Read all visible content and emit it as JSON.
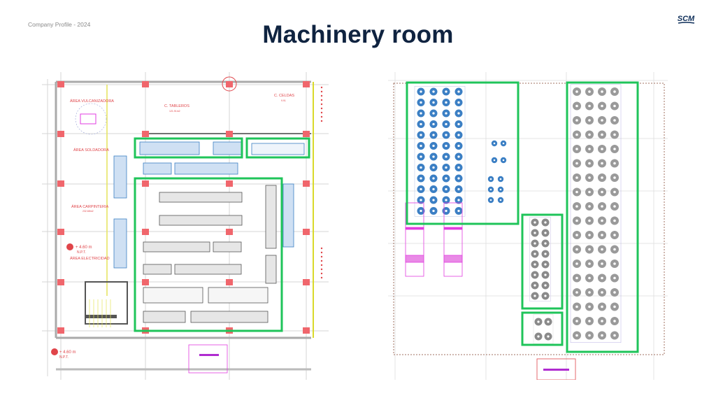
{
  "header": {
    "note": "Company Profile - 2024",
    "title": "Machinery room",
    "logo_text": "SCM"
  },
  "colors": {
    "title": "#0f2340",
    "highlight": "#1fc45a",
    "column": "#f0666c",
    "label_red": "#e0454a",
    "machine_blue": "#3b7fc4",
    "fan_grey": "#9a9a9a",
    "magenta": "#e23ce0",
    "yellow_wall": "#d9d92a"
  },
  "left_plan": {
    "labels": {
      "vulcanizadora": "ÁREA VULCANIZADORA",
      "tableros": "C. TABLEROS",
      "tableros_area": "121.91m2",
      "celdas": "C. CELDAS",
      "celdas_area": "9.91",
      "soldadora": "ÁREA SOLDADORA",
      "carpinteria": "ÁREA CARPINTERIA",
      "carpinteria_area": "232.68m2",
      "electricidad": "ÁREA ELECTRICIDAD",
      "level_1": "+ 4.60 m",
      "level_1_sub": "N.P.T.",
      "level_2": "+ 4.60 m",
      "level_2_sub": "N.P.T."
    },
    "highlight_zones": [
      "welding-line-upper",
      "welding-line-side",
      "carpentry-production-floor"
    ]
  },
  "right_plan": {
    "highlight_zones": [
      {
        "name": "blue-fan-array",
        "rows": 12,
        "cols": 4
      },
      {
        "name": "mid-fan-array",
        "rows": 8,
        "cols": 2
      },
      {
        "name": "small-fan-array",
        "rows": 2,
        "cols": 2
      },
      {
        "name": "grey-fan-array",
        "rows": 18,
        "cols": 4
      }
    ]
  }
}
